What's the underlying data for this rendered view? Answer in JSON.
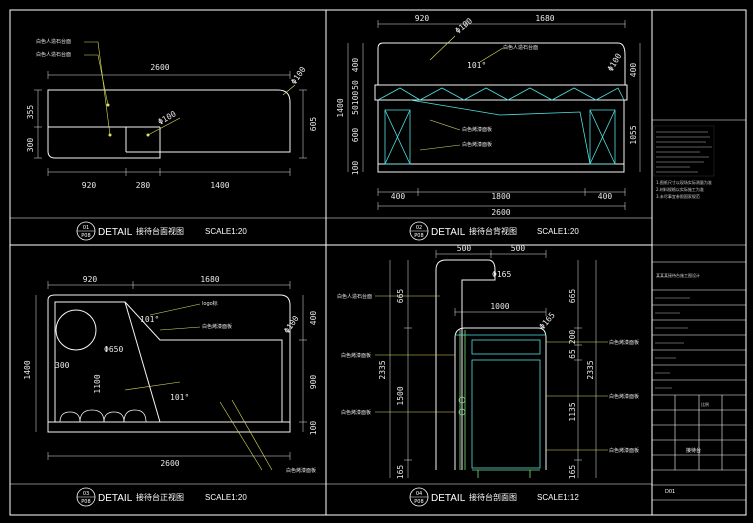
{
  "sheet": {
    "border_color": "#ffffff",
    "line_color": "#f5f5f5",
    "accent_cyan": "#4fe0e0",
    "accent_green": "#7fe07f",
    "accent_yellow": "#e0e060"
  },
  "panels": {
    "top_left": {
      "detail": "DETAIL",
      "title": "接待台面视图",
      "scale": "SCALE1:20",
      "badge_top": "01",
      "badge_bottom": "P08",
      "dims": {
        "top": "2600",
        "right": "605",
        "left_a": "355",
        "left_b": "300",
        "bottom_a": "920",
        "bottom_b": "280",
        "bottom_c": "1400",
        "radius": "Φ100",
        "radius2": "Φ100"
      },
      "callout": "白色人造石台面"
    },
    "top_right": {
      "detail": "DETAIL",
      "title": "接待台背视图",
      "scale": "SCALE1:20",
      "badge_top": "02",
      "badge_bottom": "P08",
      "dims": {
        "top_a": "920",
        "top_b": "1680",
        "left_a": "400",
        "left_b": "50",
        "left_c": "100",
        "left_d": "50",
        "left_e": "600",
        "left_f": "100",
        "left_total": "1400",
        "right_a": "400",
        "right_total": "1055",
        "bottom_a": "400",
        "bottom_b": "1800",
        "bottom_c": "400",
        "bottom_total": "2600",
        "radius": "Φ100",
        "angle": "101°"
      },
      "callouts": [
        "白色人造石台面",
        "白色烤漆面板",
        "白色烤漆面板"
      ]
    },
    "bottom_left": {
      "detail": "DETAIL",
      "title": "接待台正视图",
      "scale": "SCALE1:20",
      "badge_top": "03",
      "badge_bottom": "P08",
      "dims": {
        "top_a": "920",
        "top_b": "1680",
        "left": "1400",
        "inner_a": "300",
        "inner_b": "1100",
        "right_a": "400",
        "right_b": "900",
        "right_c": "100",
        "bottom": "2600",
        "radius": "Φ650",
        "radius2": "Φ100",
        "angle_a": "101°",
        "angle_b": "101°"
      },
      "callouts": [
        "logo标",
        "白色烤漆面板",
        "白色烤漆面板"
      ]
    },
    "bottom_right": {
      "detail": "DETAIL",
      "title": "接待台剖面图",
      "scale": "SCALE1:12",
      "badge_top": "04",
      "badge_bottom": "P08",
      "dims": {
        "top_a": "500",
        "top_b": "500",
        "top_c": "1000",
        "radius_a": "Φ165",
        "radius_b": "Φ165",
        "left_a": "665",
        "left_b": "1500",
        "left_c": "165",
        "left_total": "2335",
        "right_a": "665",
        "right_b": "200",
        "right_c": "65",
        "right_d": "1135",
        "right_e": "165",
        "right_total": "2335"
      },
      "callouts_left": [
        "白色人造石台面",
        "白色烤漆面板",
        "白色烤漆面板"
      ],
      "callouts_right": [
        "白色烤漆面板",
        "白色烤漆面板",
        "白色烤漆面板"
      ]
    }
  },
  "title_block": {
    "project": "某某某接待台施工图设计",
    "drawing_name": "接待台",
    "drawing_no": "D01",
    "scale_label": "比例",
    "notes": [
      "1.图纸尺寸以现场实际测量为准",
      "2.材料规格以实际施工为准",
      "3.未尽事宜参照国家规范"
    ]
  }
}
